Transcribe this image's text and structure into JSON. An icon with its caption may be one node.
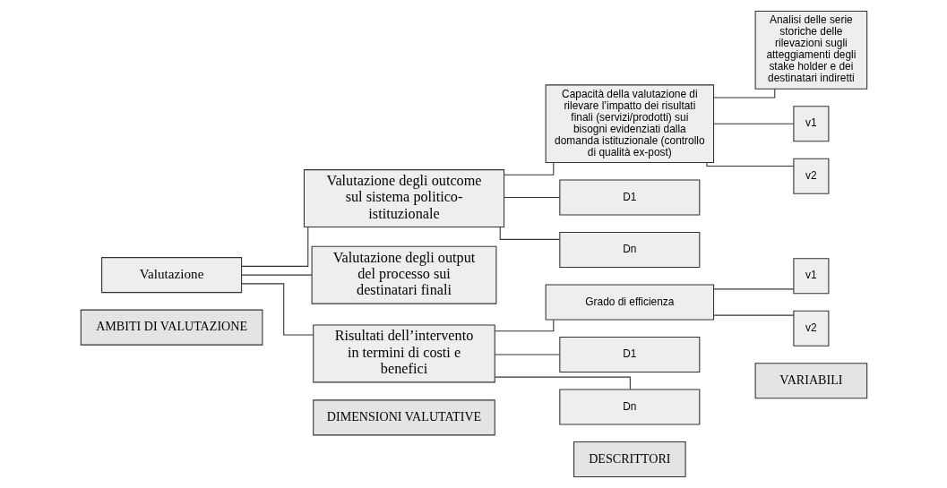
{
  "diagram": {
    "nodes": [
      {
        "text": [
          "AMBITI DI VALUTAZIONE"
        ]
      },
      {
        "text": [
          "DIMENSIONI VALUTATIVE"
        ]
      },
      {
        "text": [
          "DESCRITTORI"
        ]
      },
      {
        "text": [
          "VARIABILI"
        ]
      },
      {
        "text": [
          "Valutazione"
        ]
      },
      {
        "text": [
          "Valutazione degli outcome sul sistema politico-istituzionale"
        ]
      },
      {
        "text": [
          "Valutazione degli output del processo sui destinatari finali"
        ]
      },
      {
        "text": [
          "Risultati dell’intervento in termini di costi e benefici"
        ]
      },
      {
        "text": [
          "Capacità della valutazione di rilevare l’impatto dei risultati finali (servizi/prodotti) sui bisogni evidenziati dalla domanda istituzionale (controllo di qualità ex-post)"
        ]
      },
      {
        "text": [
          "D1"
        ]
      },
      {
        "text": [
          "Dn"
        ]
      },
      {
        "text": [
          "Analisi delle serie storiche delle rilevazioni sugli atteggiamenti degli stake holder e dei destinatari indiretti"
        ]
      },
      {
        "text": [
          "v1"
        ]
      },
      {
        "text": [
          "v2"
        ]
      },
      {
        "text": [
          "Grado di efficienza"
        ]
      },
      {
        "text": [
          "D1"
        ]
      },
      {
        "text": [
          "Dn"
        ]
      },
      {
        "text": [
          "v1"
        ]
      },
      {
        "text": [
          "v2"
        ]
      }
    ],
    "edges": [
      {
        "from": 4,
        "to": 5,
        "arrow": "none"
      },
      {
        "from": 4,
        "to": 6,
        "arrow": "none"
      },
      {
        "from": 4,
        "to": 7,
        "arrow": "none"
      },
      {
        "from": 5,
        "to": 8,
        "arrow": "none"
      },
      {
        "from": 5,
        "to": 9,
        "arrow": "none"
      },
      {
        "from": 5,
        "to": 10,
        "arrow": "none"
      },
      {
        "from": 8,
        "to": 11,
        "arrow": "none"
      },
      {
        "from": 8,
        "to": 12,
        "arrow": "none"
      },
      {
        "from": 8,
        "to": 13,
        "arrow": "none"
      },
      {
        "from": 7,
        "to": 14,
        "arrow": "none"
      },
      {
        "from": 7,
        "to": 15,
        "arrow": "none"
      },
      {
        "from": 7,
        "to": 16,
        "arrow": "none"
      },
      {
        "from": 14,
        "to": 17,
        "arrow": "none"
      },
      {
        "from": 14,
        "to": 18,
        "arrow": "none"
      }
    ]
  }
}
